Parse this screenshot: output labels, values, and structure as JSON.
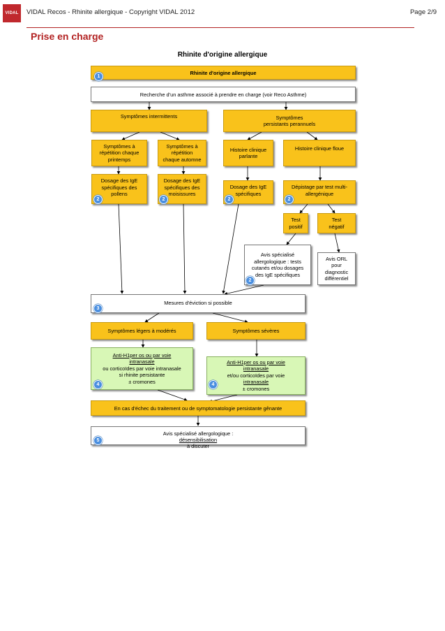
{
  "header": {
    "logo_text": "VIDAL",
    "left_text": "VIDAL Recos - Rhinite allergique - Copyright VIDAL 2012",
    "page": "Page 2/9"
  },
  "section_title": "Prise en charge",
  "figure_title": "Rhinite d'origine allergique",
  "colors": {
    "accent": "#b22222",
    "box_yellow": "#f9c21b",
    "box_green": "#d8f7b6",
    "badge_blue": "#4a8fe0"
  },
  "flow": {
    "top": "Rhinite d'origine allergique",
    "asthme": "Recherche d'un asthme associé à prendre en charge (voir Reco Asthme)",
    "intermittents": "Symptômes intermittents",
    "persistants_1": "Symptômes",
    "persistants_2": "persistants perannuels",
    "printemps_1": "Symptômes à",
    "printemps_2": "répétition chaque",
    "printemps_3": "printemps",
    "automne_1": "Symptômes à",
    "automne_2": "répétition",
    "automne_3": "chaque automne",
    "histoire_parlante_1": "Histoire clinique",
    "histoire_parlante_2": "parlante",
    "histoire_floue": "Histoire clinique floue",
    "dosage_pollens_1": "Dosage des IgE",
    "dosage_pollens_2": "spécifiques des",
    "dosage_pollens_3": "pollens",
    "dosage_moisissures_1": "Dosage des IgE",
    "dosage_moisissures_2": "spécifiques des",
    "dosage_moisissures_3": "moisissures",
    "dosage_specifiques_1": "Dosage des IgE",
    "dosage_specifiques_2": "spécifiques",
    "depistage_1": "Dépistage par test multi-",
    "depistage_2": "allergénique",
    "test_positif_1": "Test",
    "test_positif_2": "positif",
    "test_negatif_1": "Test",
    "test_negatif_2": "négatif",
    "avis_spec_1": "Avis spécialisé",
    "avis_spec_2": "allergologique : tests",
    "avis_spec_3": "cutanés et/ou dosages",
    "avis_spec_4": "des IgE spécifiques",
    "avis_orl_1": "Avis ORL",
    "avis_orl_2": "pour",
    "avis_orl_3": "diagnostic",
    "avis_orl_4": "différentiel",
    "eviction": "Mesures d'éviction si possible",
    "legers": "Symptômes légers à modérés",
    "severes": "Symptômes sévères",
    "green1_l1": "Anti-H1per os ou par voie",
    "green1_l2": "intranasale",
    "green1_l3": "ou corticoïdes par voie intranasale",
    "green1_l4": "si rhinite persistante",
    "green1_l5": "± cromones",
    "green2_l1": "Anti-H1per os ou par voie",
    "green2_l2": "intranasale",
    "green2_l3": "et/ou corticoïdes par voie",
    "green2_l4": "intranasale",
    "green2_l5": "± cromones",
    "echec": "En cas d'échec du traitement ou de symptomatologie persistante gênante",
    "desens_prefix": "Avis spécialisé allergologique : ",
    "desens_link": "désensibilisation",
    "desens_suffix": " à discuter"
  },
  "badges": {
    "b1": "1",
    "b2": "2",
    "b3": "3",
    "b4": "4",
    "b5": "5"
  }
}
